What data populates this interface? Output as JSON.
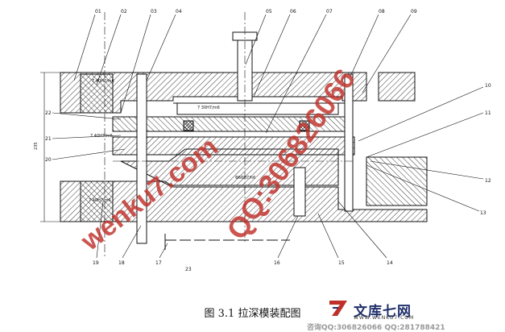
{
  "caption": "图 3.1  拉深模装配图",
  "part_numbers": [
    "01",
    "02",
    "03",
    "04",
    "05",
    "06",
    "07",
    "08",
    "09",
    "10",
    "11",
    "12",
    "13",
    "14",
    "15",
    "16",
    "17",
    "18",
    "19",
    "20",
    "21",
    "22",
    "23"
  ],
  "dimensions": {
    "d1": "7 40H7/m6",
    "d2": "7 40H7/m6",
    "d3": "7 40H7/m6",
    "d4": "7 30H7/m6",
    "d5": "Φ66H7/h6",
    "overall_height": "235"
  },
  "watermarks": {
    "site": "wenku7.com",
    "qq": "QQ:306826066"
  },
  "brand": {
    "name": "文库七网",
    "url": "WWW.WENKU7.COM",
    "contact": "咨询QQ:306826066  QQ:281788421"
  },
  "colors": {
    "watermark": "#c0302a",
    "brand": "#1f2f6b",
    "hatch": "#222222"
  }
}
